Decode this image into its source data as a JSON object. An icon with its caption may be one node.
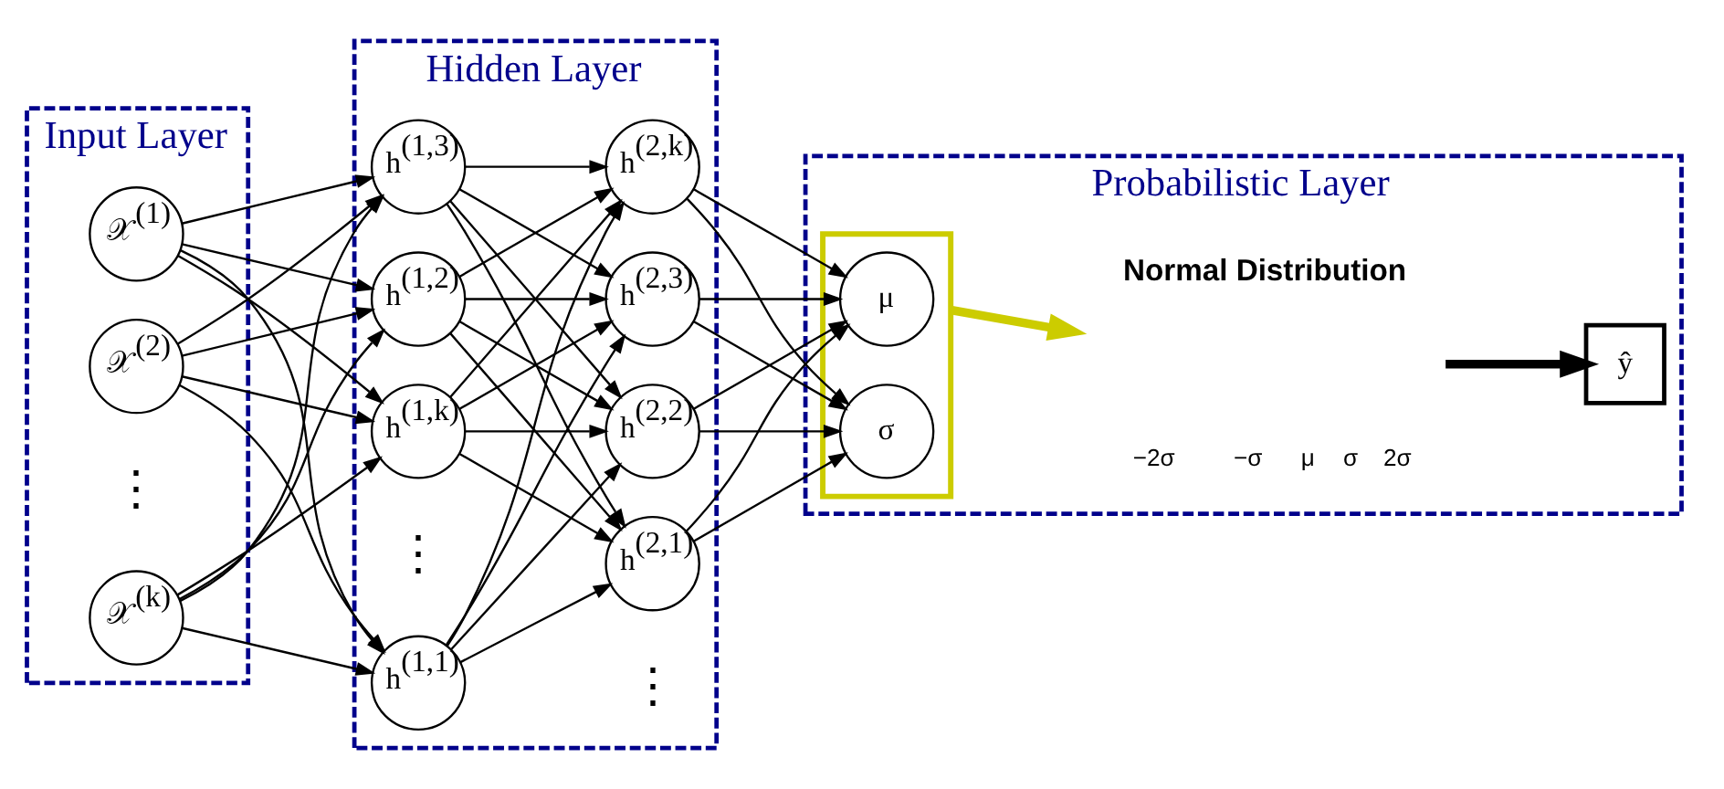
{
  "diagram": {
    "nodes": [
      {
        "text": [
          "Input Layer"
        ]
      },
      {
        "text": [
          "𝒳$^{(1)}$"
        ],
        "in": 0
      },
      {
        "text": [
          "𝒳$^{(2)}$"
        ],
        "in": 0
      },
      {
        "text": [
          "𝒳$^{(k)}$"
        ],
        "in": 0
      },
      {
        "text": [
          "Hidden Layer"
        ]
      },
      {
        "text": [
          "h$^{(1,1)}$"
        ],
        "in": 4
      },
      {
        "text": [
          "h$^{(1,2)}$"
        ],
        "in": 4
      },
      {
        "text": [
          "h$^{(1,3)}$"
        ],
        "in": 4
      },
      {
        "text": [
          "h$^{(1,k)}$"
        ],
        "in": 4
      },
      {
        "text": [
          "h$^{(2,1)}$"
        ],
        "in": 4
      },
      {
        "text": [
          "h$^{(2,2)}$"
        ],
        "in": 4
      },
      {
        "text": [
          "h$^{(2,3)}$"
        ],
        "in": 4
      },
      {
        "text": [
          "h$^{(2,k)}$"
        ],
        "in": 4
      },
      {
        "text": [
          "Probabilistic Layer"
        ]
      },
      {
        "text": [],
        "shape": "box",
        "in": 13
      },
      {
        "text": [
          "μ"
        ],
        "in": 14
      },
      {
        "text": [
          "σ"
        ],
        "in": 14
      },
      {
        "text": [
          "Normal Distribution",
          "−2σ",
          "−σ",
          "μ",
          "σ",
          "2σ"
        ],
        "in": 13
      },
      {
        "text": [
          "ŷ"
        ],
        "in": 13
      }
    ],
    "edges": [
      {
        "from": 1,
        "to": 5,
        "arrow": "to"
      },
      {
        "from": 1,
        "to": 6,
        "arrow": "to"
      },
      {
        "from": 1,
        "to": 7,
        "arrow": "to"
      },
      {
        "from": 1,
        "to": 8,
        "arrow": "to"
      },
      {
        "from": 2,
        "to": 5,
        "arrow": "to"
      },
      {
        "from": 2,
        "to": 6,
        "arrow": "to"
      },
      {
        "from": 2,
        "to": 7,
        "arrow": "to"
      },
      {
        "from": 2,
        "to": 8,
        "arrow": "to"
      },
      {
        "from": 3,
        "to": 5,
        "arrow": "to"
      },
      {
        "from": 3,
        "to": 6,
        "arrow": "to"
      },
      {
        "from": 3,
        "to": 7,
        "arrow": "to"
      },
      {
        "from": 3,
        "to": 8,
        "arrow": "to"
      },
      {
        "from": 5,
        "to": 9,
        "arrow": "to"
      },
      {
        "from": 5,
        "to": 10,
        "arrow": "to"
      },
      {
        "from": 5,
        "to": 11,
        "arrow": "to"
      },
      {
        "from": 5,
        "to": 12,
        "arrow": "to"
      },
      {
        "from": 6,
        "to": 9,
        "arrow": "to"
      },
      {
        "from": 6,
        "to": 10,
        "arrow": "to"
      },
      {
        "from": 6,
        "to": 11,
        "arrow": "to"
      },
      {
        "from": 6,
        "to": 12,
        "arrow": "to"
      },
      {
        "from": 7,
        "to": 9,
        "arrow": "to"
      },
      {
        "from": 7,
        "to": 10,
        "arrow": "to"
      },
      {
        "from": 7,
        "to": 11,
        "arrow": "to"
      },
      {
        "from": 7,
        "to": 12,
        "arrow": "to"
      },
      {
        "from": 8,
        "to": 9,
        "arrow": "to"
      },
      {
        "from": 8,
        "to": 10,
        "arrow": "to"
      },
      {
        "from": 8,
        "to": 11,
        "arrow": "to"
      },
      {
        "from": 8,
        "to": 12,
        "arrow": "to"
      },
      {
        "from": 9,
        "to": 15,
        "arrow": "to"
      },
      {
        "from": 9,
        "to": 16,
        "arrow": "to"
      },
      {
        "from": 10,
        "to": 15,
        "arrow": "to"
      },
      {
        "from": 10,
        "to": 16,
        "arrow": "to"
      },
      {
        "from": 11,
        "to": 15,
        "arrow": "to"
      },
      {
        "from": 11,
        "to": 16,
        "arrow": "to"
      },
      {
        "from": 12,
        "to": 15,
        "arrow": "to"
      },
      {
        "from": 12,
        "to": 16,
        "arrow": "to"
      },
      {
        "from": 14,
        "to": 17,
        "arrow": "to",
        "color": "#cccc00",
        "style": "thick"
      },
      {
        "from": 17,
        "to": 18,
        "arrow": "to",
        "style": "thick"
      }
    ],
    "labels": [
      "⋮",
      "⋮",
      "⋮"
    ]
  }
}
